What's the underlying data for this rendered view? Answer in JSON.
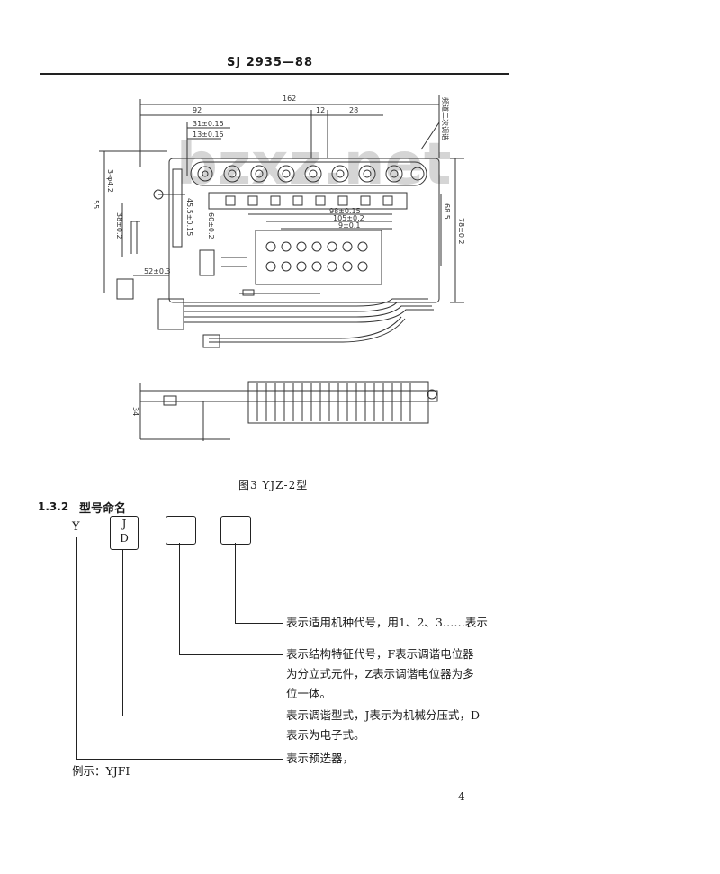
{
  "header": {
    "standard_code": "SJ 2935—88"
  },
  "figure": {
    "caption": "图3 YJZ-2型",
    "watermark": "bzxz.net",
    "dimension_labels": {
      "total_width": "162",
      "seg_92": "92",
      "seg_12": "12",
      "seg_28": "28",
      "seg_31": "31±0.15",
      "seg_13": "13±0.15",
      "holes": "3-φ4.2",
      "side_55": "55",
      "len_98": "98±0.15",
      "len_105": "105±0.2",
      "len_91": "9±0.1",
      "dim_52": "52±0.3",
      "dim_38": "38±0.2",
      "dim_45": "45.5±0.15",
      "dim_60": "60±0.2",
      "dim_68": "68.5",
      "dim_h": "78±0.2",
      "side_34": "34",
      "right_label": "频道二次调谐"
    }
  },
  "section": {
    "number": "1.3.2",
    "title": "型号命名"
  },
  "naming": {
    "prefix": "Y",
    "box1_top": "J",
    "box1_bottom": "D",
    "desc_machine": "表示适用机种代号，用1、2、3……表示",
    "desc_structure_1": "表示结构特征代号，F表示调谐电位器",
    "desc_structure_2": "为分立式元件，Z表示调谐电位器为多",
    "desc_structure_3": "位一体。",
    "desc_type_1": "表示调谐型式，J表示为机械分压式，D",
    "desc_type_2": "表示为电子式。",
    "desc_preselector": "表示预选器，",
    "example": "例示：YJFI"
  },
  "footer": {
    "page_number": "—4 —"
  }
}
